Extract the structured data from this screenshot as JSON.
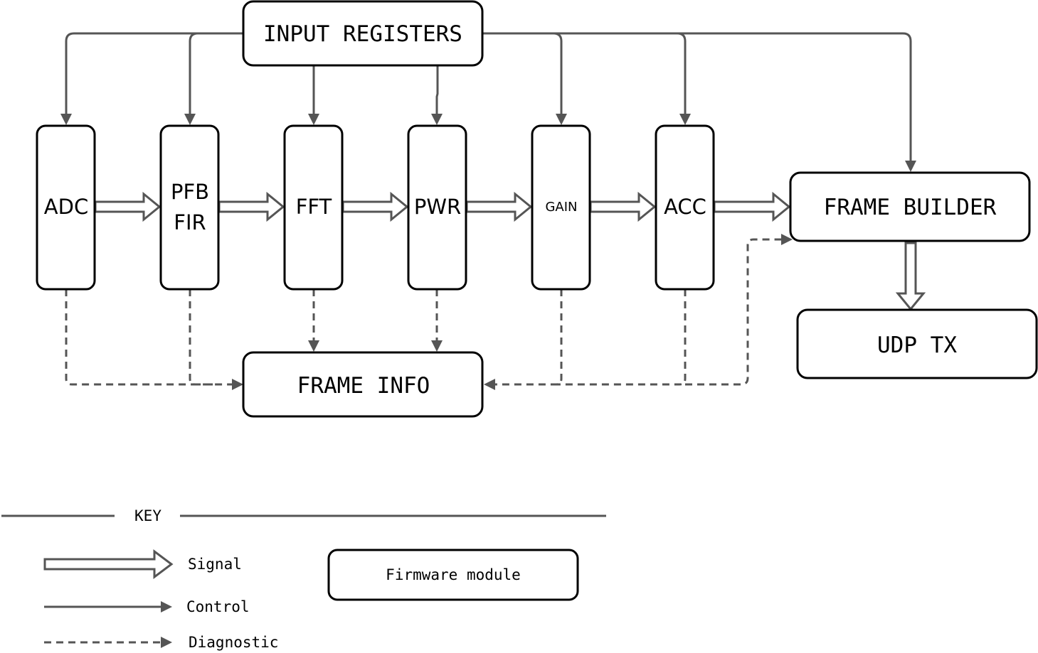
{
  "modules": {
    "input_registers": "INPUT REGISTERS",
    "adc": "ADC",
    "pfb_line1": "PFB",
    "pfb_line2": "FIR",
    "fft": "FFT",
    "pwr": "PWR",
    "gain": "GAIN",
    "acc": "ACC",
    "frame_builder": "FRAME BUILDER",
    "udp_tx": "UDP TX",
    "frame_info": "FRAME INFO"
  },
  "key": {
    "title": "KEY",
    "signal": "Signal",
    "control": "Control",
    "diagnostic": "Diagnostic",
    "module": "Firmware module"
  },
  "colors": {
    "box_stroke": "#000000",
    "arrow": "#555555",
    "background": "#ffffff"
  }
}
